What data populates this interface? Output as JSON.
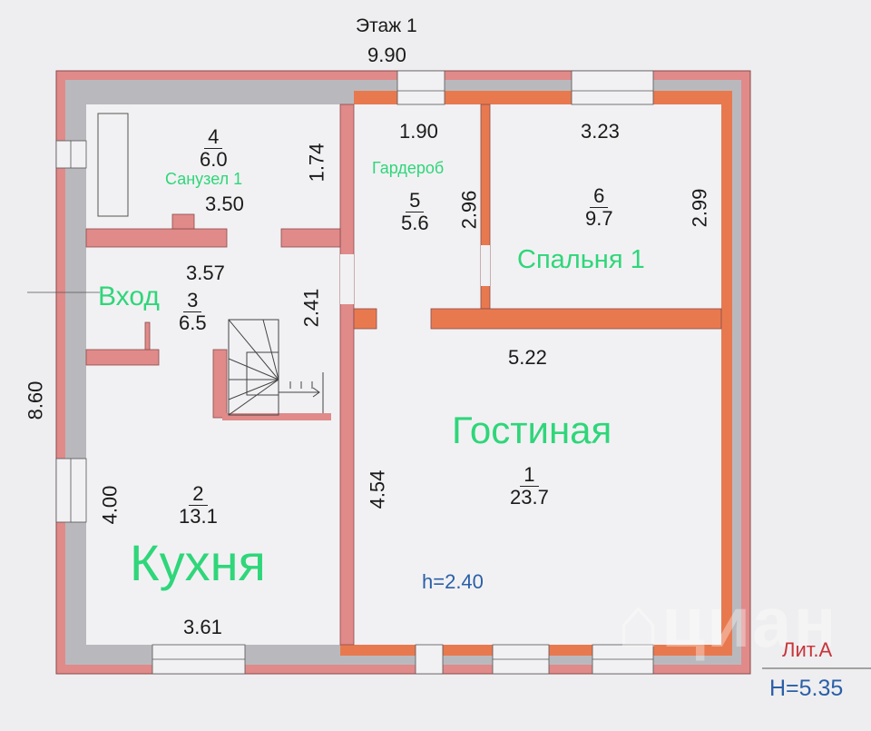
{
  "title": "Этаж 1",
  "overall_dims": {
    "width": "9.90",
    "depth": "8.60"
  },
  "rooms": [
    {
      "number": "1",
      "area": "23.7",
      "name": "Гостиная",
      "dims": [
        "5.22",
        "4.54"
      ]
    },
    {
      "number": "2",
      "area": "13.1",
      "name": "Кухня",
      "dims": [
        "3.61",
        "4.00"
      ]
    },
    {
      "number": "3",
      "area": "6.5",
      "name": "Вход",
      "dims": [
        "3.57",
        "2.41"
      ]
    },
    {
      "number": "4",
      "area": "6.0",
      "name": "Санузел 1",
      "dims": [
        "3.50",
        "1.74"
      ]
    },
    {
      "number": "5",
      "area": "5.6",
      "name": "Гардероб",
      "dims": [
        "1.90",
        "2.96"
      ]
    },
    {
      "number": "6",
      "area": "9.7",
      "name": "Спальня 1",
      "dims": [
        "3.23",
        "2.99"
      ]
    }
  ],
  "ceiling_height": "h=2.40",
  "legend": {
    "litera": "Лит.А",
    "height": "H=5.35"
  },
  "watermark": "циан",
  "colors": {
    "outer_wall": "#e08a8a",
    "insulation": "#b9b9bd",
    "inner_wall": "#e8794f",
    "label_green": "#2fd67a",
    "height_blue": "#2b5fa8",
    "litera_red": "#c8343a"
  }
}
